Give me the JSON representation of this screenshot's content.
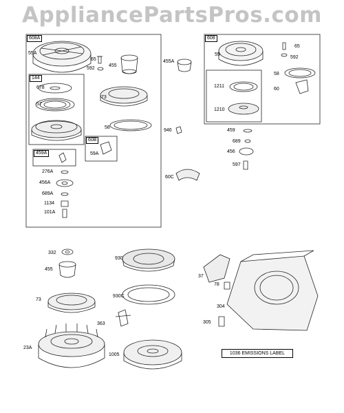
{
  "watermark": "AppliancePartsPros.com",
  "emissions_label": "1036 EMISSIONS LABEL",
  "assemblies": {
    "left_box": "608A",
    "right_box": "608",
    "sub_144": "144",
    "sub_459A": "459A",
    "sub_60B": "60B"
  },
  "parts": {
    "p55A": "55A",
    "p65a": "65",
    "p592a": "592",
    "p455a": "455",
    "p678": "678",
    "p57": "57",
    "p73a": "73",
    "p58a": "58",
    "p59A": "59A",
    "p276A": "276A",
    "p456A": "456A",
    "p689A": "689A",
    "p1134": "1134",
    "p101A": "101A",
    "p455A": "455A",
    "p946": "946",
    "p60C": "60C",
    "p55": "55",
    "p65b": "65",
    "p592b": "592",
    "p58b": "58",
    "p60": "60",
    "p1211": "1211",
    "p1210": "1210",
    "p459": "459",
    "p689": "689",
    "p456": "456",
    "p597": "597",
    "p332": "332",
    "p455b": "455",
    "p73b": "73",
    "p930": "930",
    "p930C": "930C",
    "p363": "363",
    "p23A": "23A",
    "p1005": "1005",
    "p37": "37",
    "p78": "78",
    "p304": "304",
    "p305": "305"
  }
}
